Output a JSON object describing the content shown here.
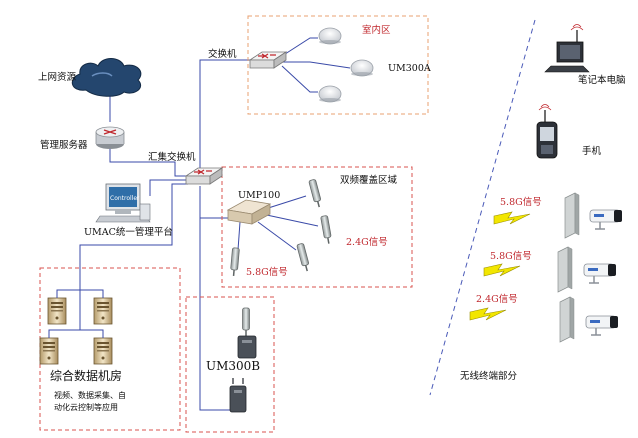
{
  "labels": {
    "internet": "上网资源",
    "mgmt_server": "管理服务器",
    "switch": "交换机",
    "core_switch": "汇集交换机",
    "umac": "UMAC统一管理平台",
    "controller_screen": "Controller",
    "datacenter": "综合数据机房",
    "datacenter_note_1": "视频、数据采集、自",
    "datacenter_note_2": "动化云控制等应用",
    "indoor_zone": "室内区",
    "um300a": "UM300A",
    "ump100": "UMP100",
    "dualband_zone": "双频覆盖区域",
    "signal_24_zone": "2.4G信号",
    "signal_58_zone": "5.8G信号",
    "um300b": "UM300B",
    "laptop": "笔记本电脑",
    "phone": "手机",
    "sig_1": "5.8G信号",
    "sig_2": "5.8G信号",
    "sig_3": "2.4G信号",
    "terminal_section": "无线终端部分"
  },
  "colors": {
    "link_line": "#3a4aa8",
    "zone_border": "#d9534f",
    "indoor_border": "#e8a070",
    "lightning": "#f2e600",
    "divider": "#4a5ab8",
    "cloud": "#24466e"
  }
}
